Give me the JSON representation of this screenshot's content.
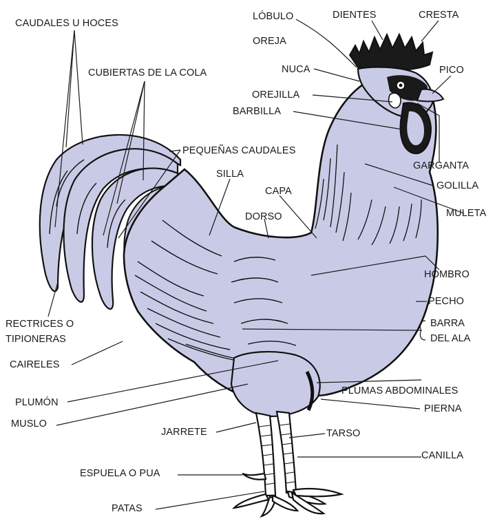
{
  "diagram": {
    "colors": {
      "body_fill": "#c9cbe6",
      "ink": "#111111",
      "comb": "#1a1a1a"
    },
    "labels": {
      "caudales": "CAUDALES U HOCES",
      "cubiertas": "CUBIERTAS DE LA COLA",
      "lobulo": "LÓBULO",
      "oreja": "OREJA",
      "dientes": "DIENTES",
      "cresta": "CRESTA",
      "nuca": "NUCA",
      "pico": "PICO",
      "orejilla": "OREJILLA",
      "barbilla": "BARBILLA",
      "pequenas": "PEQUEÑAS CAUDALES",
      "garganta": "GARGANTA",
      "silla": "SILLA",
      "golilla": "GOLILLA",
      "capa": "CAPA",
      "dorso": "DORSO",
      "muleta": "MULETA",
      "hombro": "HOMBRO",
      "pecho": "PECHO",
      "rectrices_1": "RECTRICES O",
      "rectrices_2": "TIPIONERAS",
      "barra_1": "BARRA",
      "barra_2": "DEL ALA",
      "caireles": "CAIRELES",
      "plumas_abdominales": "PLUMAS ABDOMINALES",
      "plumon": "PLUMÓN",
      "pierna": "PIERNA",
      "muslo": "MUSLO",
      "jarrete": "JARRETE",
      "tarso": "TARSO",
      "canilla": "CANILLA",
      "espuela": "ESPUELA O PUA",
      "patas": "PATAS"
    }
  }
}
